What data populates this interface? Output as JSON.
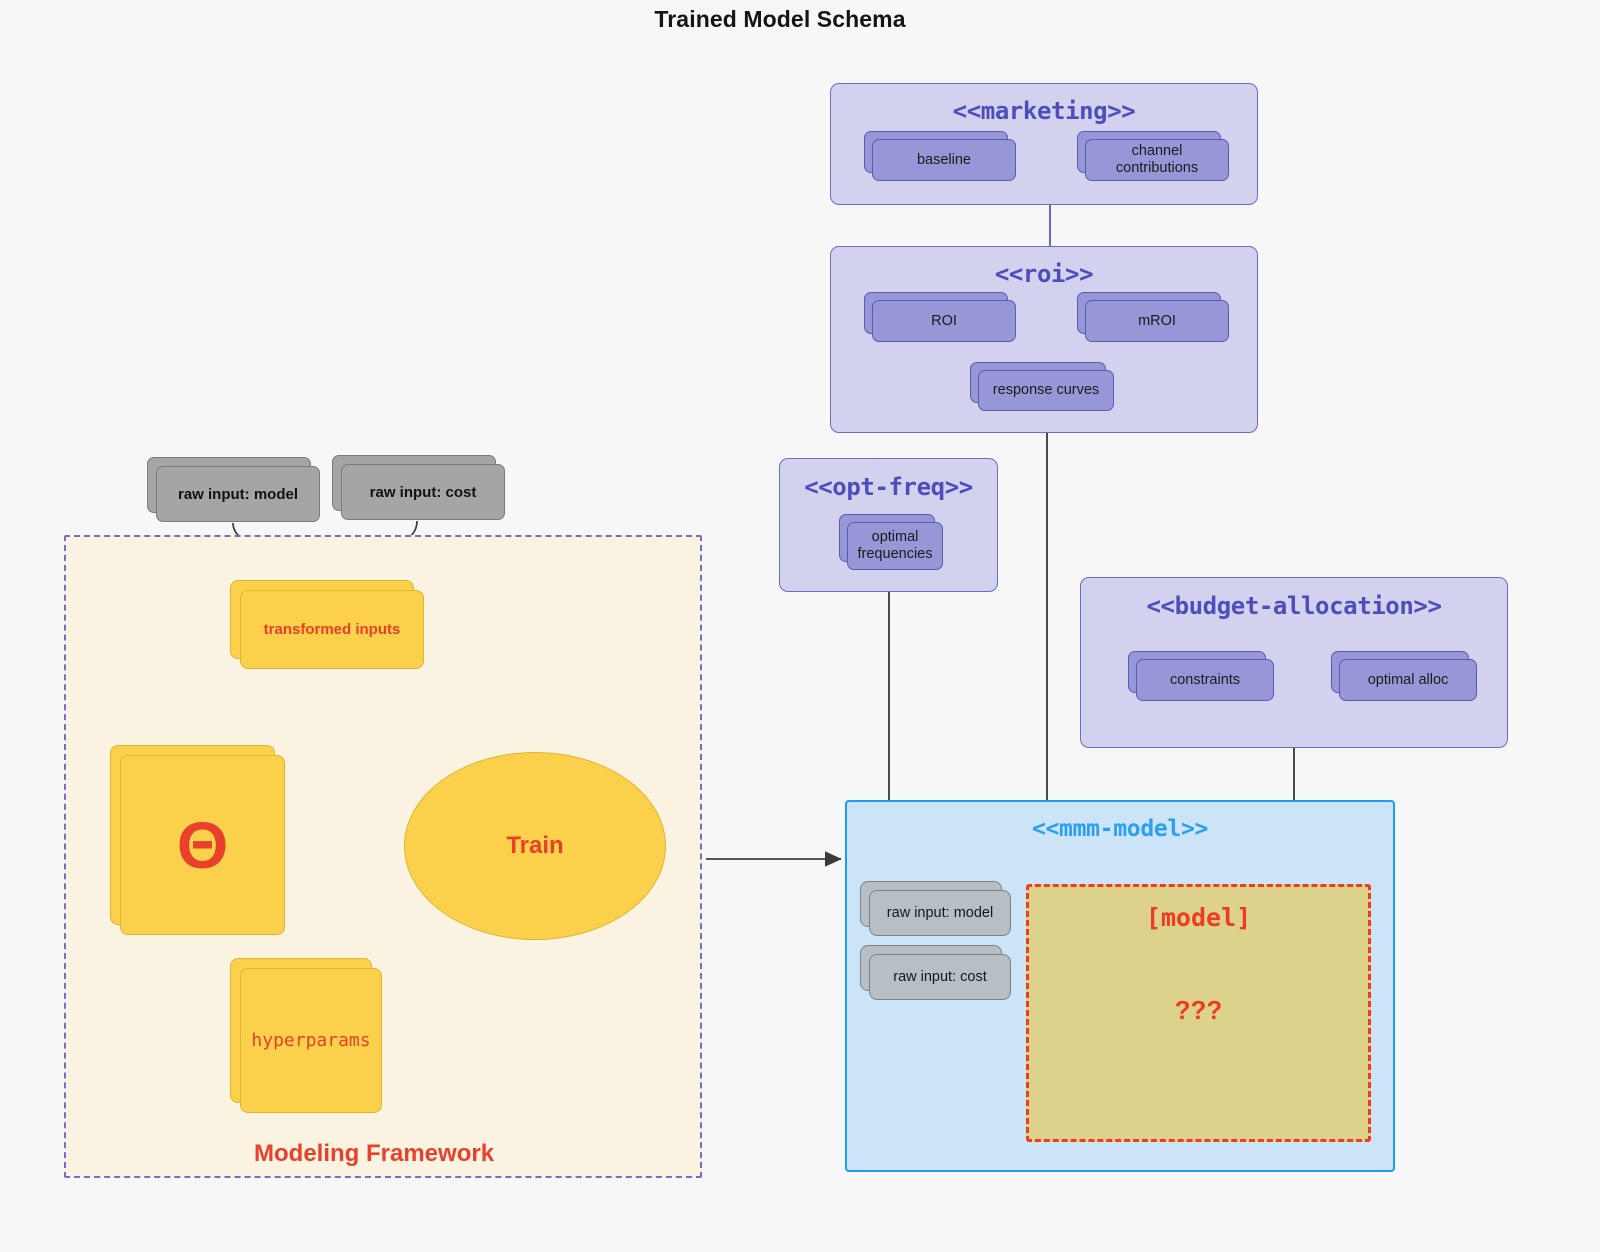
{
  "page": {
    "title": "Trained Model Schema",
    "background": "#f7f7f7"
  },
  "colors": {
    "package_fill": "#d2d2ef",
    "package_border": "#6c6cc4",
    "package_title": "#4d4dbb",
    "card_fill": "#9797d8",
    "card_border": "#5a5ab5",
    "gray_card_fill": "#a5a5a5",
    "light_gray_card_fill": "#b7bec4",
    "yellow_fill": "#fbd14b",
    "yellow_border": "#e0b52e",
    "accent_red": "#e8402a",
    "model_slot_fill": "#ddd28c",
    "model_slot_border": "#ef3b1f",
    "mmm_fill": "#cce4f7",
    "mmm_border": "#1e9cf0",
    "mmm_title": "#2aa0ee",
    "framework_fill": "#fbf3e2",
    "framework_border": "#7070c9",
    "connector_gray": "#555555",
    "connector_purple": "#6c6cc4"
  },
  "packages": {
    "marketing": {
      "title": "<<marketing>>",
      "nodes": [
        {
          "label": "baseline"
        },
        {
          "label": "channel contributions"
        }
      ],
      "link": "bidirectional"
    },
    "roi": {
      "title": "<<roi>>",
      "nodes": [
        {
          "label": "ROI"
        },
        {
          "label": "mROI"
        },
        {
          "label": "response curves"
        }
      ],
      "link": "bidirectional"
    },
    "opt_freq": {
      "title": "<<opt-freq>>",
      "nodes": [
        {
          "label": "optimal\nfrequencies",
          "line1": "optimal",
          "line2": "frequencies"
        }
      ]
    },
    "budget_allocation": {
      "title": "<<budget-allocation>>",
      "nodes": [
        {
          "label": "constraints"
        },
        {
          "label": "optimal alloc"
        }
      ],
      "link": "bidirectional"
    }
  },
  "mmm_model": {
    "title": "<<mmm-model>>",
    "inputs": [
      {
        "label": "raw input: model"
      },
      {
        "label": "raw input: cost"
      }
    ],
    "slot": {
      "title": "[model]",
      "placeholder": "???"
    }
  },
  "framework": {
    "label": "Modeling Framework",
    "raw_inputs": [
      {
        "label": "raw input: model"
      },
      {
        "label": "raw input: cost"
      }
    ],
    "transformed_inputs": {
      "label": "transformed inputs"
    },
    "theta": {
      "label": "Θ"
    },
    "hyperparams": {
      "label": "hyperparams"
    },
    "train": {
      "label": "Train"
    }
  }
}
